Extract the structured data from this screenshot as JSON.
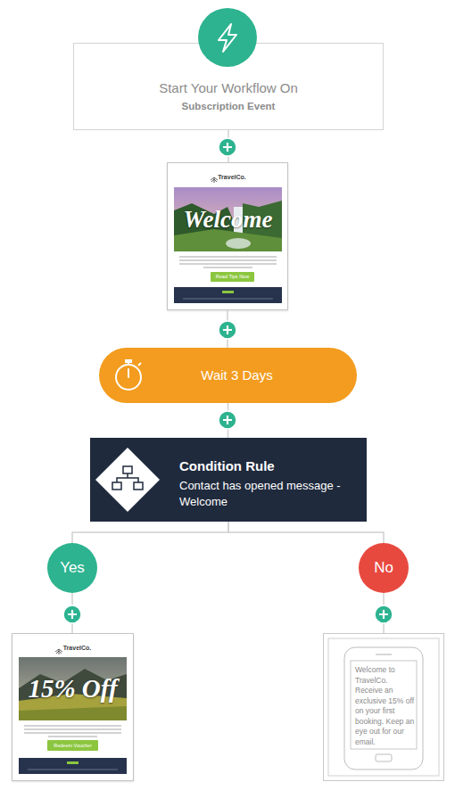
{
  "diagram": {
    "nodes": [
      {
        "text": [
          "Start Your Workflow On",
          "Subscription Event"
        ]
      },
      {
        "text": [
          "TravelCo."
        ]
      },
      {
        "text": [
          "Welcome"
        ],
        "in": 1
      },
      {
        "text": [
          "Read Tips Now"
        ],
        "in": 1
      },
      {
        "text": [
          "Wait 3 Days"
        ]
      },
      {
        "text": [
          "Condition Rule",
          "Contact has opened message - Welcome"
        ]
      },
      {
        "text": [
          "Yes"
        ]
      },
      {
        "text": [
          "No"
        ]
      },
      {
        "text": [
          "TravelCo."
        ]
      },
      {
        "text": [
          "15% Off"
        ],
        "in": 8
      },
      {
        "text": [
          "Redeem Voucher"
        ],
        "in": 8
      },
      {
        "text": [
          "Welcome to TravelCo. Receive an exclusive 15% off on your first booking. Keep an eye out for our email."
        ]
      }
    ],
    "edges": [
      {
        "from": 0,
        "to": 1,
        "arrow": "none"
      },
      {
        "from": 1,
        "to": 4,
        "arrow": "none"
      },
      {
        "from": 4,
        "to": 5,
        "arrow": "none"
      },
      {
        "from": 5,
        "to": 6,
        "arrow": "none"
      },
      {
        "from": 5,
        "to": 7,
        "arrow": "none"
      },
      {
        "from": 6,
        "to": 8,
        "arrow": "none"
      },
      {
        "from": 7,
        "to": 11,
        "arrow": "none"
      }
    ]
  }
}
